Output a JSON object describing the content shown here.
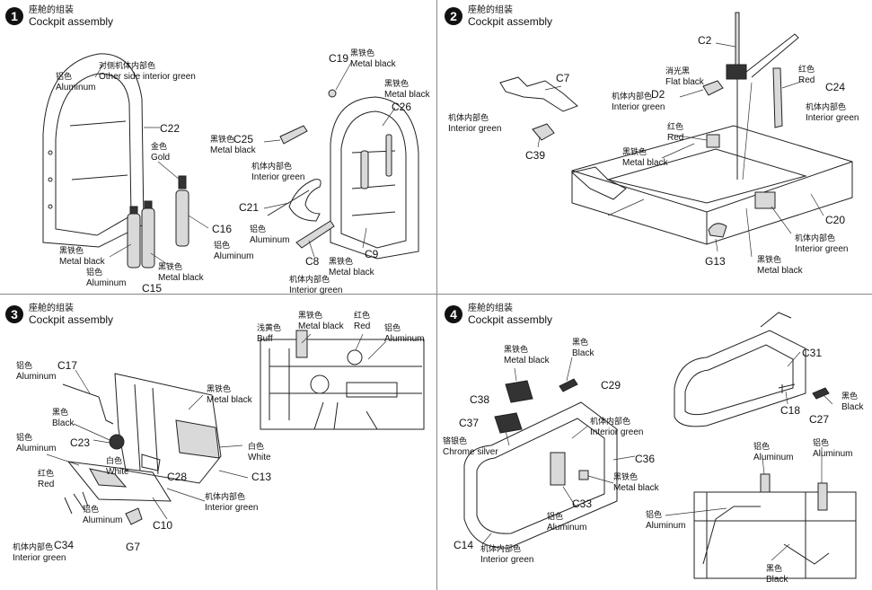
{
  "steps": [
    {
      "number": "1",
      "title_cn": "座舱的组装",
      "title_en": "Cockpit assembly",
      "labels": [
        {
          "cn": "铝色",
          "en": "Aluminum"
        },
        {
          "cn": "对侧机体内部色",
          "en": "Other side interior green"
        },
        {
          "cn": "金色",
          "en": "Gold"
        },
        {
          "cn": "黑铁色",
          "en": "Metal black"
        },
        {
          "cn": "铝色",
          "en": "Aluminum"
        },
        {
          "cn": "黑铁色",
          "en": "Metal black"
        },
        {
          "cn": "铝色",
          "en": "Aluminum"
        },
        {
          "cn": "黑铁色",
          "en": "Metal black"
        },
        {
          "cn": "黑铁色",
          "en": "Metal black"
        },
        {
          "cn": "黑铁色",
          "en": "Metal black"
        },
        {
          "cn": "机体内部色",
          "en": "Interior green"
        },
        {
          "cn": "铝色",
          "en": "Aluminum"
        },
        {
          "cn": "黑铁色",
          "en": "Metal black"
        },
        {
          "cn": "机体内部色",
          "en": "Interior green"
        }
      ],
      "parts": [
        "C22",
        "C16",
        "C15",
        "C19",
        "C26",
        "C25",
        "C21",
        "C8",
        "C9"
      ]
    },
    {
      "number": "2",
      "title_cn": "座舱的组装",
      "title_en": "Cockpit assembly",
      "labels": [
        {
          "cn": "消光黑",
          "en": "Flat black"
        },
        {
          "cn": "红色",
          "en": "Red"
        },
        {
          "cn": "机体内部色",
          "en": "Interior green"
        },
        {
          "cn": "机体内部色",
          "en": "Interior green"
        },
        {
          "cn": "机体内部色",
          "en": "Interior green"
        },
        {
          "cn": "红色",
          "en": "Red"
        },
        {
          "cn": "黑铁色",
          "en": "Metal black"
        },
        {
          "cn": "机体内部色",
          "en": "Interior green"
        },
        {
          "cn": "黑铁色",
          "en": "Metal black"
        }
      ],
      "parts": [
        "C2",
        "C7",
        "C24",
        "D2",
        "C39",
        "C20",
        "G13"
      ]
    },
    {
      "number": "3",
      "title_cn": "座舱的组装",
      "title_en": "Cockpit assembly",
      "labels": [
        {
          "cn": "浅黄色",
          "en": "Buff"
        },
        {
          "cn": "黑铁色",
          "en": "Metal black"
        },
        {
          "cn": "红色",
          "en": "Red"
        },
        {
          "cn": "铝色",
          "en": "Aluminum"
        },
        {
          "cn": "铝色",
          "en": "Aluminum"
        },
        {
          "cn": "黑色",
          "en": "Black"
        },
        {
          "cn": "黑铁色",
          "en": "Metal black"
        },
        {
          "cn": "铝色",
          "en": "Aluminum"
        },
        {
          "cn": "白色",
          "en": "White"
        },
        {
          "cn": "白色",
          "en": "White"
        },
        {
          "cn": "红色",
          "en": "Red"
        },
        {
          "cn": "机体内部色",
          "en": "Interior green"
        },
        {
          "cn": "铝色",
          "en": "Aluminum"
        },
        {
          "cn": "机体内部色",
          "en": "Interior green"
        }
      ],
      "parts": [
        "C17",
        "C23",
        "C28",
        "C13",
        "C10",
        "C34",
        "G7"
      ]
    },
    {
      "number": "4",
      "title_cn": "座舱的组装",
      "title_en": "Cockpit assembly",
      "labels": [
        {
          "cn": "黑铁色",
          "en": "Metal black"
        },
        {
          "cn": "黑色",
          "en": "Black"
        },
        {
          "cn": "铬银色",
          "en": "Chrome silver"
        },
        {
          "cn": "机体内部色",
          "en": "Interior green"
        },
        {
          "cn": "黑铁色",
          "en": "Metal black"
        },
        {
          "cn": "铝色",
          "en": "Aluminum"
        },
        {
          "cn": "机体内部色",
          "en": "Interior green"
        },
        {
          "cn": "黑色",
          "en": "Black"
        },
        {
          "cn": "铝色",
          "en": "Aluminum"
        },
        {
          "cn": "铝色",
          "en": "Aluminum"
        },
        {
          "cn": "铝色",
          "en": "Aluminum"
        },
        {
          "cn": "黑色",
          "en": "Black"
        }
      ],
      "parts": [
        "C29",
        "C38",
        "C37",
        "C36",
        "C33",
        "C14",
        "C31",
        "C18",
        "C27"
      ]
    }
  ]
}
